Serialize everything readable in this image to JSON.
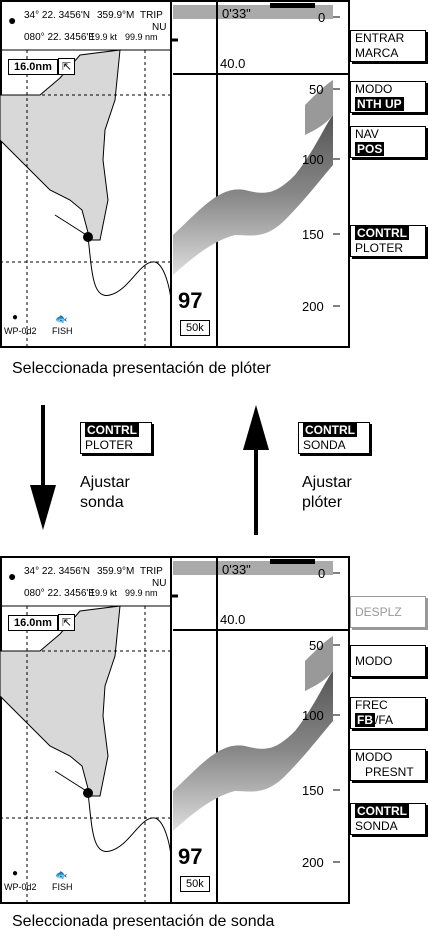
{
  "screens": [
    {
      "header": {
        "lat": "34° 22. 3456'N",
        "heading": "359.9°M",
        "trip_label": "TRIP",
        "nu": "NU",
        "lon": "080° 22. 3456'E",
        "speed": "19.9 kt",
        "distance": "99.9 nm"
      },
      "range": "16.0nm",
      "zoom_icon": "zoom-icon",
      "time": "0'33\"",
      "scale_zero": "0",
      "marker_depth": "40.0",
      "scales": [
        "50",
        "100",
        "150",
        "200"
      ],
      "depth": "97",
      "freq_range": "50k",
      "wp_label": "WP-0d2",
      "fish_label": "FISH"
    },
    {
      "header": {
        "lat": "34° 22. 3456'N",
        "heading": "359.9°M",
        "trip_label": "TRIP",
        "nu": "NU",
        "lon": "080° 22. 3456'E",
        "speed": "19.9 kt",
        "distance": "99.9 nm"
      },
      "range": "16.0nm",
      "zoom_icon": "zoom-icon",
      "time": "0'33\"",
      "scale_zero": "0",
      "marker_depth": "40.0",
      "scales": [
        "50",
        "100",
        "150",
        "200"
      ],
      "depth": "97",
      "freq_range": "50k",
      "wp_label": "WP-0d2",
      "fish_label": "FISH"
    }
  ],
  "softkeys_top": [
    {
      "line1": "ENTRAR",
      "line2": "MARCA"
    },
    {
      "line1": "MODO",
      "line2": "NTH UP"
    },
    {
      "line1": "NAV",
      "line2": "POS"
    },
    {
      "line1": "CONTRL",
      "line2": "PLOTER"
    }
  ],
  "softkeys_bottom": [
    {
      "line1": "DESPLZ"
    },
    {
      "line1": "MODO"
    },
    {
      "line1": "FREC",
      "line2a": "FB",
      "line2b": "/FA"
    },
    {
      "line1": "MODO",
      "line2": "PRESNT"
    },
    {
      "line1": "CONTRL",
      "line2": "SONDA"
    }
  ],
  "caption_top": "Seleccionada presentación de plóter",
  "caption_bottom": "Seleccionada presentación de sonda",
  "transition": {
    "left_key": {
      "line1": "CONTRL",
      "line2": "PLOTER"
    },
    "left_note": [
      "Ajustar",
      "sonda"
    ],
    "right_key": {
      "line1": "CONTRL",
      "line2": "SONDA"
    },
    "right_note": [
      "Ajustar",
      "plóter"
    ]
  }
}
